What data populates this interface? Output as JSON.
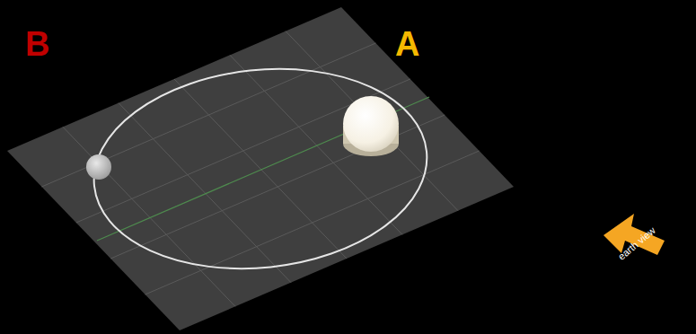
{
  "diagram": {
    "labels": [
      "B",
      "A",
      "earth view"
    ]
  }
}
